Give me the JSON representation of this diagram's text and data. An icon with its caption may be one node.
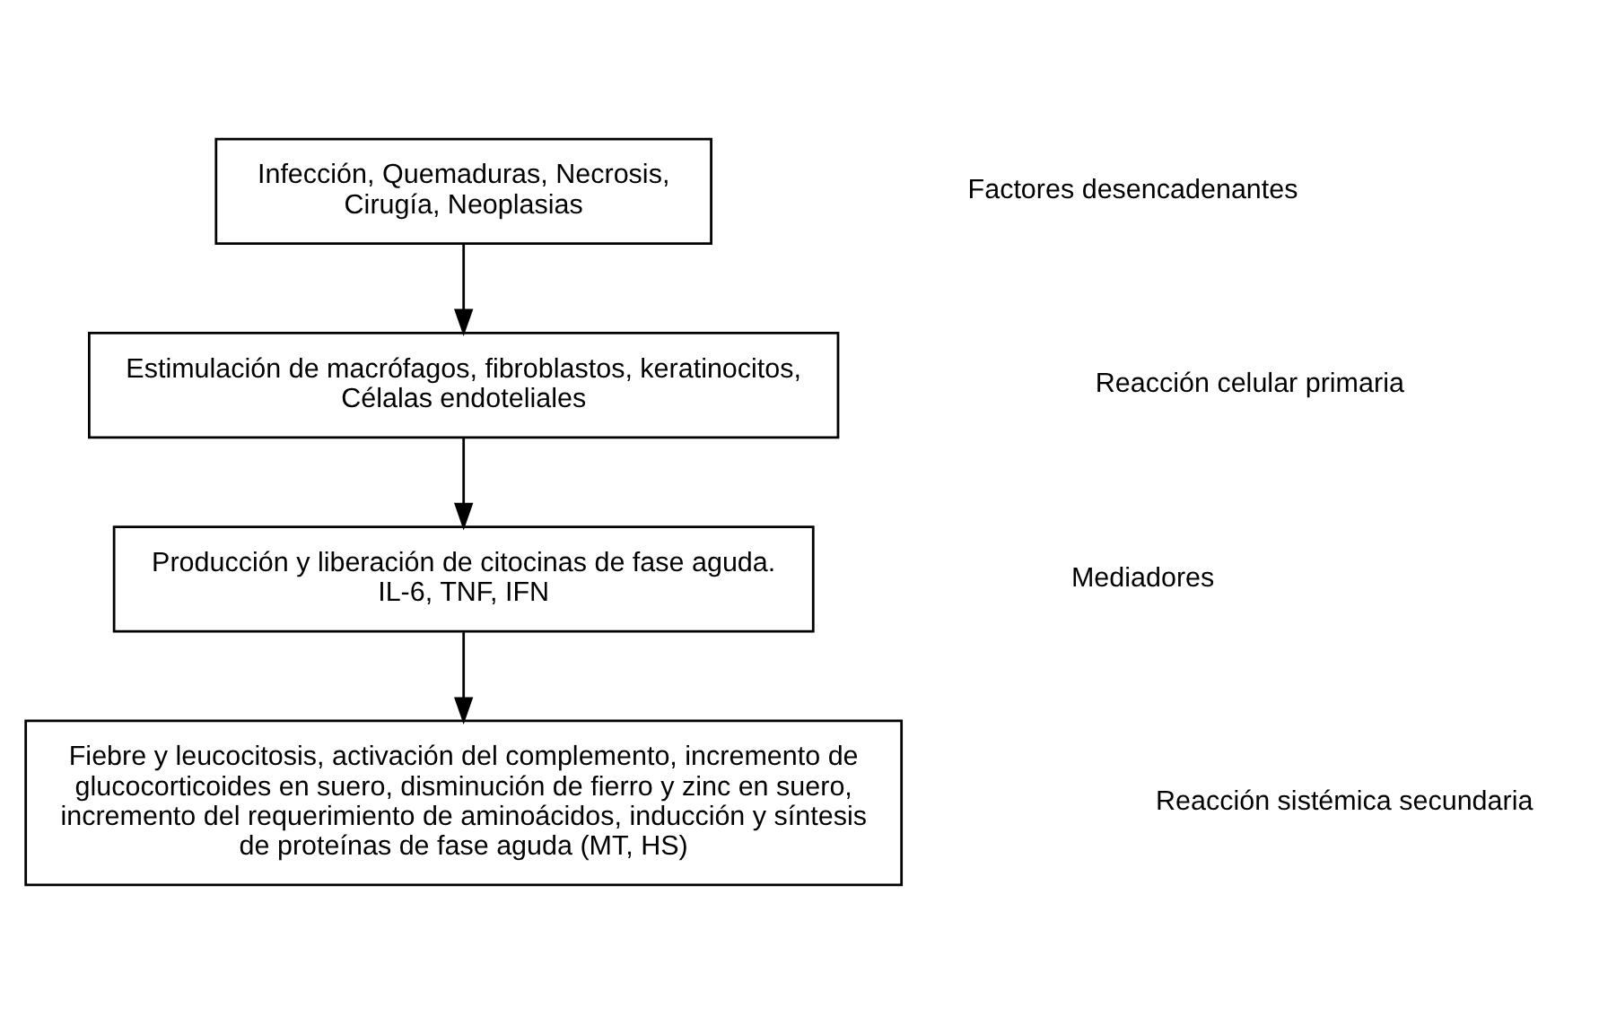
{
  "diagram": {
    "nodes": [
      {
        "text": [
          "Infección, Quemaduras, Necrosis, Cirugía, Neoplasias"
        ]
      },
      {
        "text": [
          "Estimulación de macrófagos, fibroblastos, keratinocitos, Célalas endoteliales"
        ]
      },
      {
        "text": [
          "Producción y liberación de citocinas de fase aguda. IL-6, TNF, IFN"
        ]
      },
      {
        "text": [
          "Fiebre y leucocitosis, activación del complemento, incremento de glucocorticoides en suero, disminución de fierro y zinc en suero, incremento del requerimiento de aminoácidos, inducción y síntesis de proteínas de fase aguda (MT, HS)"
        ]
      }
    ],
    "labels": [
      "Factores desencadenantes",
      "Reacción celular primaria",
      "Mediadores",
      "Reacción sistémica secundaria"
    ],
    "edges": [
      {
        "from": 0,
        "to": 1,
        "arrow": "to"
      },
      {
        "from": 1,
        "to": 2,
        "arrow": "to"
      },
      {
        "from": 2,
        "to": 3,
        "arrow": "to"
      }
    ]
  }
}
